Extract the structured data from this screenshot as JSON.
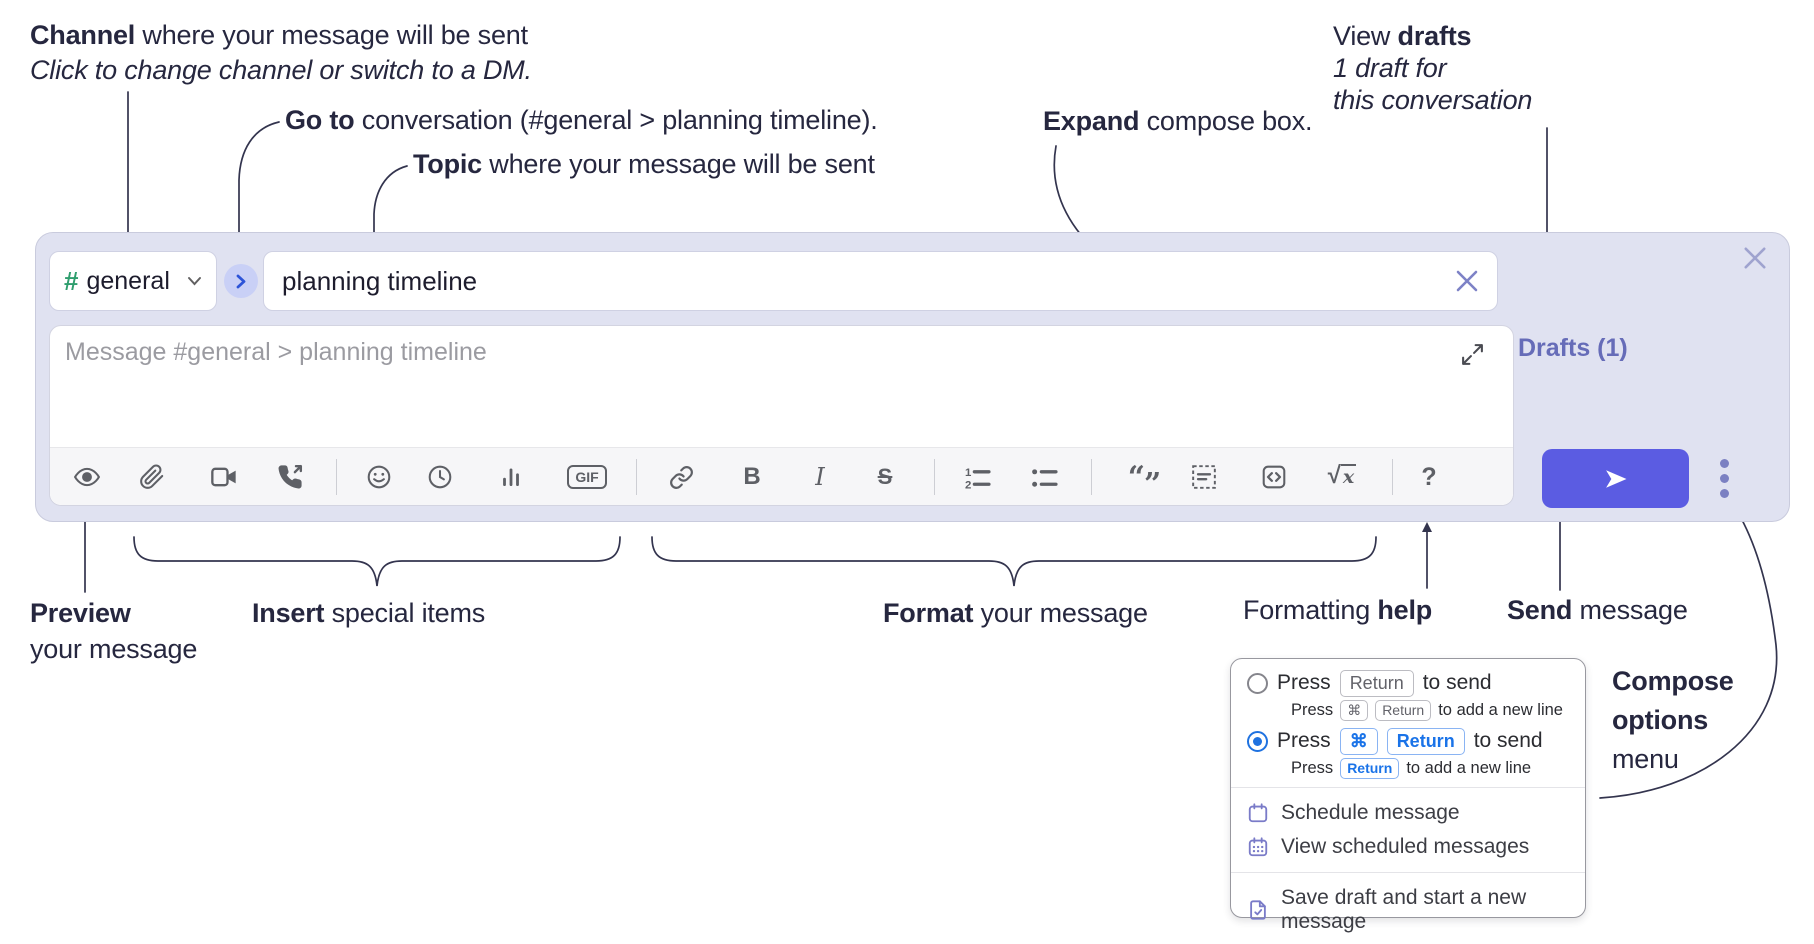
{
  "annotations": {
    "channel": {
      "bold": "Channel",
      "rest": " where your message will be sent",
      "sub": "Click to change channel or switch to a DM."
    },
    "goto": {
      "bold": "Go to",
      "rest": " conversation (#general > planning timeline)."
    },
    "topic": {
      "bold": "Topic",
      "rest": " where your message will be sent"
    },
    "expand": {
      "bold": "Expand",
      "rest": " compose box."
    },
    "drafts": {
      "pre": "View ",
      "bold": "drafts",
      "line2": "1 draft for",
      "line3": "this conversation"
    },
    "preview": {
      "bold": "Preview",
      "line2": "your message"
    },
    "insert": {
      "bold": "Insert",
      "rest": " special items"
    },
    "format": {
      "bold": "Format",
      "rest": " your message"
    },
    "help": {
      "pre": "Formatting ",
      "bold": "help"
    },
    "send": {
      "bold": "Send",
      "rest": " message"
    },
    "compose_options": {
      "line1": "Compose",
      "line2": "options",
      "line3": "menu"
    }
  },
  "composer": {
    "channel_hash": "#",
    "channel_name": "general",
    "topic_value": "planning timeline",
    "message_placeholder": "Message #general > planning timeline",
    "drafts_link": "Drafts (1)",
    "gif_label": "GIF",
    "bold_glyph": "B",
    "italic_glyph": "I",
    "strike_glyph": "S",
    "quote_open": "“",
    "quote_close": "”",
    "ol1": "1",
    "ol2": "2",
    "formula_radical": "√",
    "formula_var": "x",
    "help_glyph": "?",
    "toolbar_icons": [
      "preview-eye",
      "attach-paperclip",
      "video-clip",
      "audio-clip",
      "emoji",
      "recent",
      "poll-bar-chart",
      "gif",
      "link",
      "bold",
      "italic",
      "strikethrough",
      "ordered-list",
      "bulleted-list",
      "blockquote",
      "code-block",
      "inline-code",
      "formula",
      "formatting-help"
    ]
  },
  "options_menu": {
    "option1": {
      "selected": false,
      "press": "Press",
      "key": "Return",
      "suffix": "to send",
      "sub_press": "Press",
      "sub_key1": "⌘",
      "sub_key2": "Return",
      "sub_suffix": "to add a new line"
    },
    "option2": {
      "selected": true,
      "press": "Press",
      "key1": "⌘",
      "key2": "Return",
      "suffix": "to send",
      "sub_press": "Press",
      "sub_key": "Return",
      "sub_suffix": "to add a new line"
    },
    "items": [
      {
        "icon": "calendar-icon",
        "label": "Schedule message"
      },
      {
        "icon": "calendar-grid-icon",
        "label": "View scheduled messages"
      },
      {
        "icon": "save-draft-icon",
        "label": "Save draft and start a new message"
      }
    ]
  },
  "colors": {
    "panel_bg": "#e0e2f1",
    "send_button": "#5b5ce2",
    "drafts_link": "#666cb8",
    "radio_selected": "#1f72e0",
    "hash_green": "#2f9e6e",
    "annotation_ink": "#26273f",
    "menu_icon_purple": "#7a7bc8",
    "toolbar_icon": "#5e6066"
  }
}
